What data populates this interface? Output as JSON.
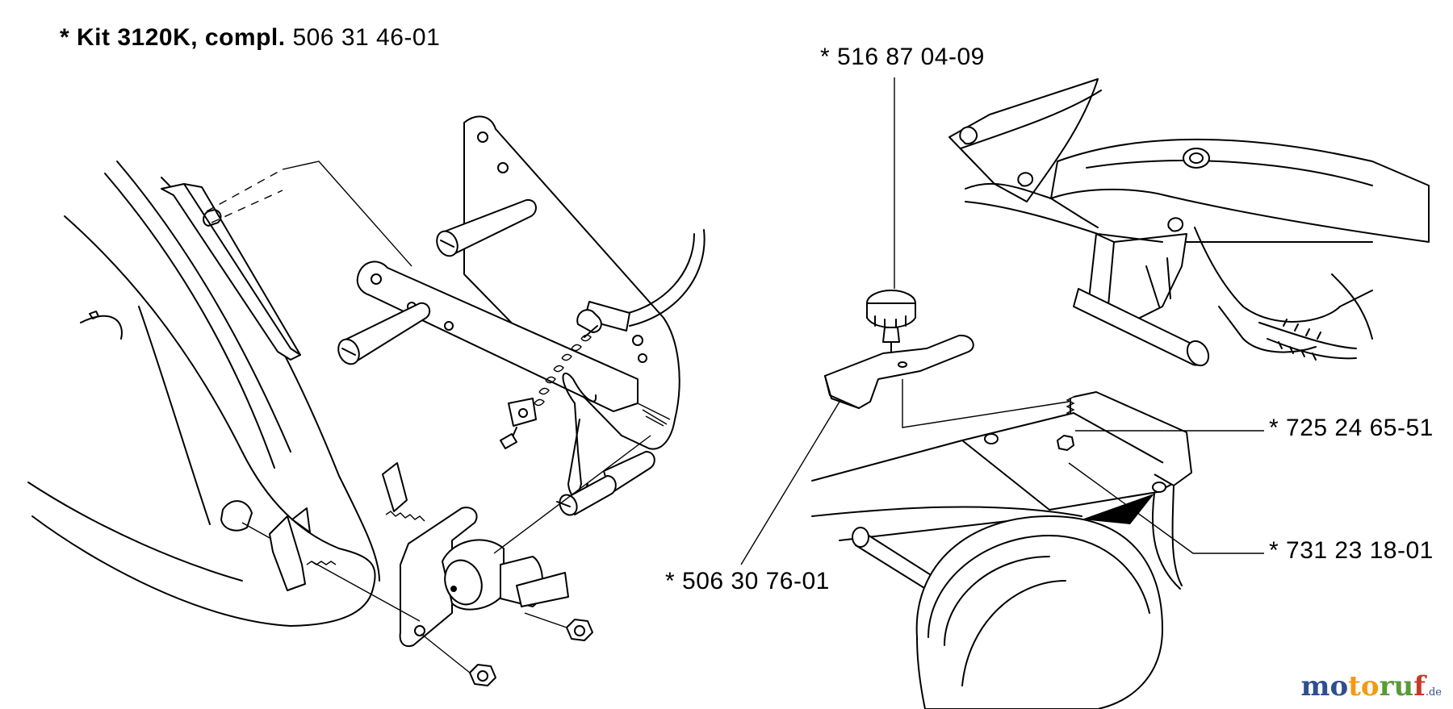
{
  "kit": {
    "prefix": "* ",
    "name": "Kit 3120K, compl.",
    "number": "506 31 46-01"
  },
  "callouts": [
    {
      "text": "* 516 87 04-09"
    },
    {
      "text": "* 725 24 65-51"
    },
    {
      "text": "* 731 23 18-01"
    },
    {
      "text": "* 506 30 76-01"
    }
  ],
  "watermark": {
    "part1": "mo",
    "part2": "to",
    "part3": "ru",
    "part4": "f",
    "tld": ".de"
  },
  "colors": {
    "line": "#000000",
    "background": "#ffffff",
    "wm_blue": "#2e4f8e",
    "wm_orange": "#f39a12",
    "wm_green": "#5a9a3a",
    "wm_red": "#c63a2a"
  }
}
